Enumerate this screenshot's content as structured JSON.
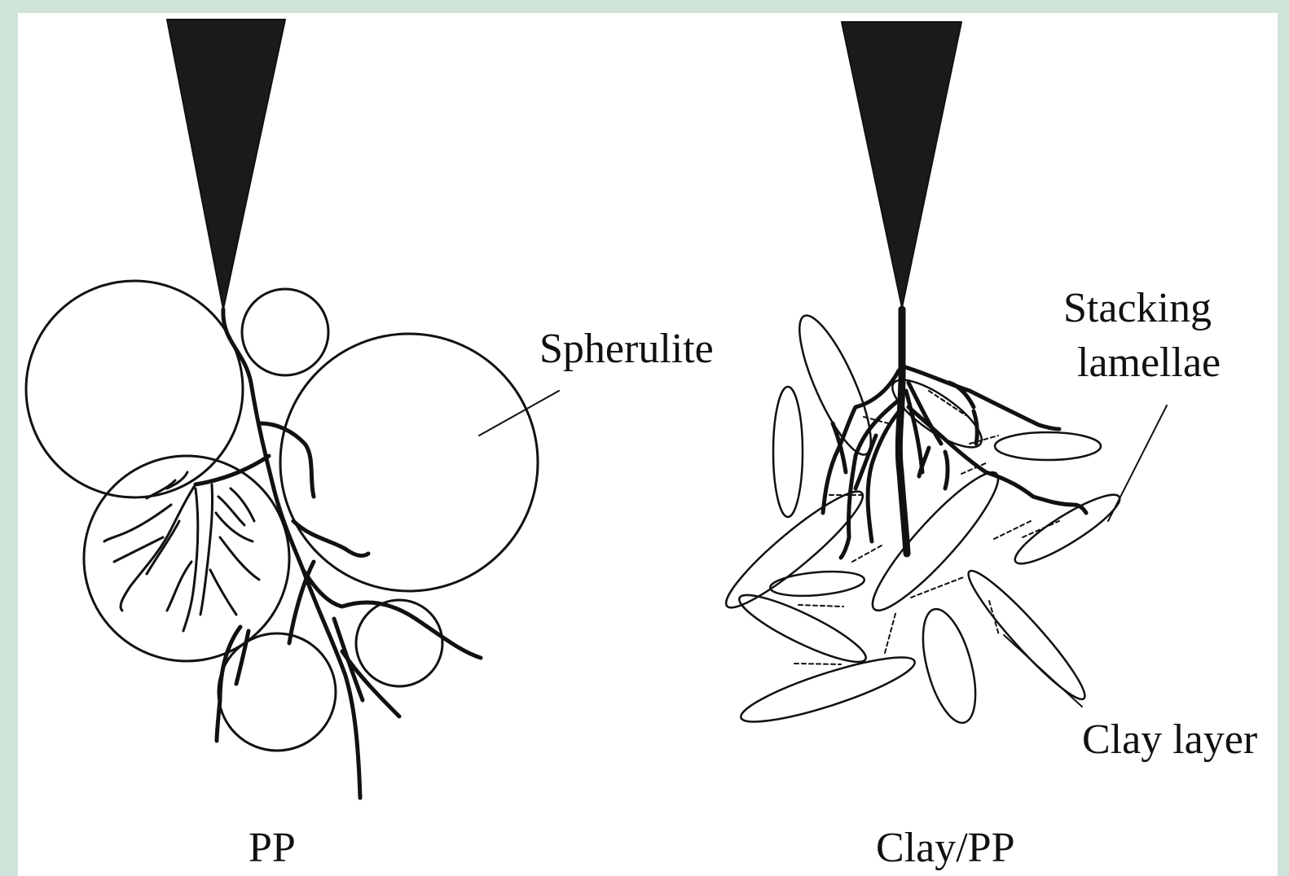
{
  "figure": {
    "labels": {
      "spherulite": "Spherulite",
      "stacking_line1": "Stacking",
      "stacking_line2": "lamellae",
      "clay_layer": "Clay layer",
      "left_caption": "PP",
      "right_caption": "Clay/PP"
    },
    "colors": {
      "background_border": "#cfe3d8",
      "panel": "#ffffff",
      "ink": "#111111"
    }
  }
}
